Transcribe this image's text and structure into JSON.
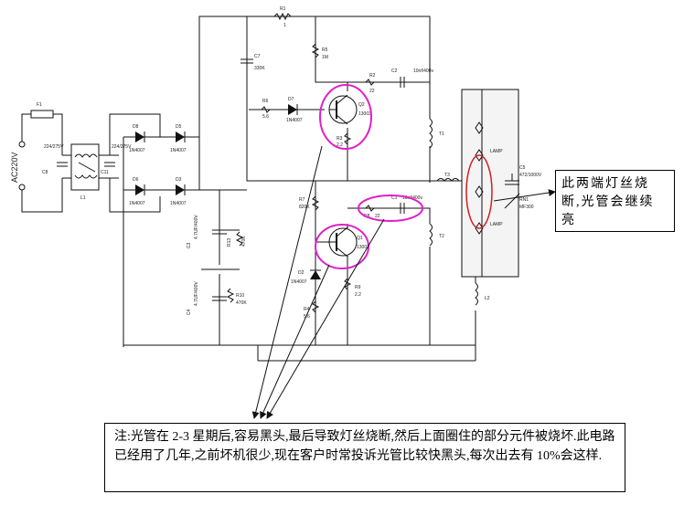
{
  "components": {
    "r1": "R1",
    "r1_val": "1",
    "r5": "R5",
    "r5_val": "1M",
    "c7": "C7",
    "c7_val": "330K",
    "r2": "R2",
    "r2_val": "22",
    "c2": "C2",
    "c2_val": "10nf/400v",
    "r6": "R6",
    "r6_val": "5.6",
    "d7": "D7",
    "d7_val": "1N4007",
    "q2": "Q2",
    "q2_val": "13003",
    "r3": "R3",
    "r3_val": "2.2",
    "t1": "T1",
    "r7": "R7",
    "r7_val": "820K",
    "c1": "C1",
    "c1_val": "10nf/400v",
    "r8": "R8",
    "r8_val": "22",
    "t2": "T2",
    "q1": "Q1",
    "q1_val": "13003",
    "d2": "D2",
    "d2_val": "1N4007",
    "r4": "R4",
    "r4_val": "5.6",
    "r9": "R9",
    "r9_val": "2.2",
    "d8": "D8",
    "d8_val": "1N4007",
    "d5": "D5",
    "d5_val": "1N4007",
    "d6": "D6",
    "d6_val": "1N4007",
    "d3": "D3",
    "d3_val": "1N4007",
    "c3": "C3",
    "c3_val": "4.7UF/400V",
    "c4": "C4",
    "c4_val": "4.7UF/400V",
    "r10": "R10",
    "r10_val": "470K",
    "r13": "R13",
    "r13_val": "470K",
    "f1": "F1",
    "c8": "C8",
    "c11": "C11",
    "cx1": "224/275V",
    "cx2": "224/275V",
    "l1": "L1",
    "t3": "T3",
    "c5": "C5",
    "c5_val": "472/1000V",
    "lamp1": "LAMP",
    "lamp2": "LAMP",
    "ptc": "RN1",
    "ptc_val": "MF300",
    "l2": "L2",
    "ac_label": "AC220V"
  },
  "annotations": {
    "side_note": "此两端灯丝烧断,光管会继续亮",
    "main_note": "注:光管在 2-3 星期后,容易黑头,最后导致灯丝烧断,然后上面圈住的部分元件被烧坏.此电路已经用了几年,之前坏机很少,现在客户时常投诉光管比较快黑头,每次出去有 10%会这样."
  },
  "colors": {
    "wire": "#111111",
    "highlight": "#e020c8",
    "lamp_highlight": "#d02020",
    "lamp_tube": "#f4f4f4"
  }
}
